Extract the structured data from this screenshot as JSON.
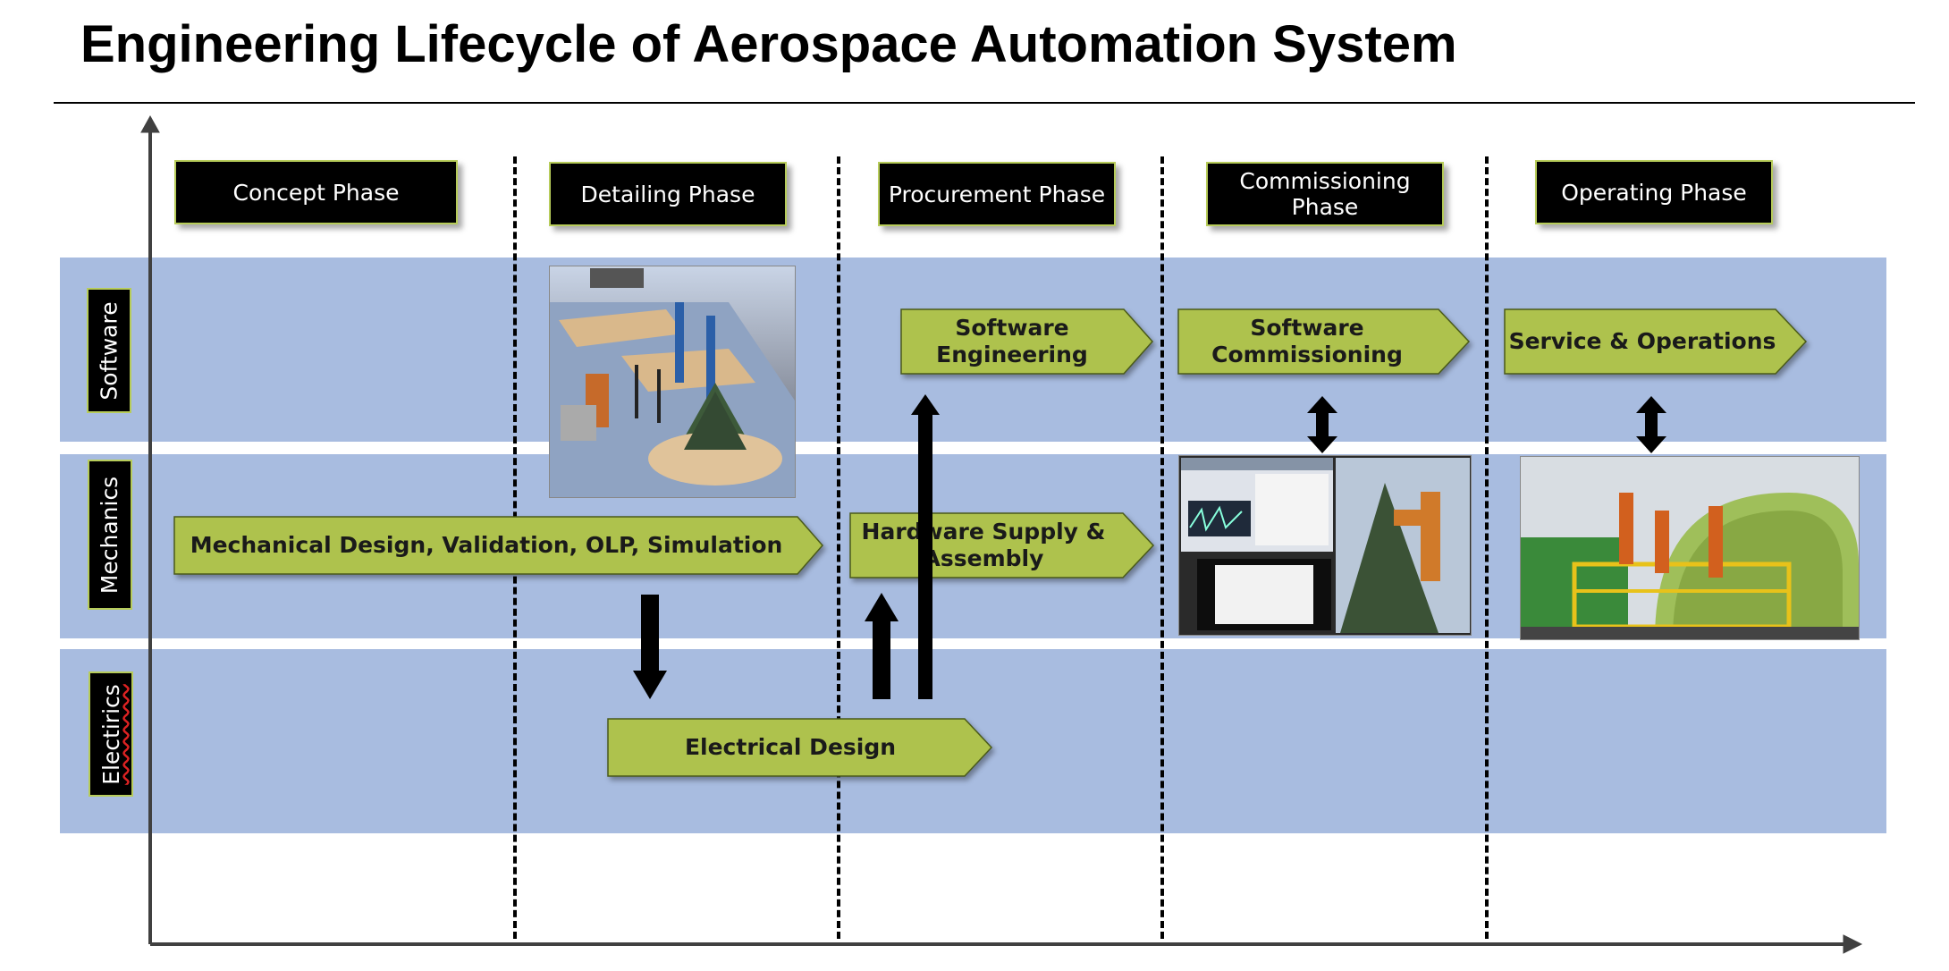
{
  "title": "Engineering Lifecycle of Aerospace Automation System",
  "colors": {
    "lane_fill": "#a8bce0",
    "task_fill": "#aec24d",
    "label_fill": "#000000",
    "label_border": "#b7cc5a",
    "axis": "#404040"
  },
  "phases": [
    {
      "label": "Concept Phase"
    },
    {
      "label": "Detailing Phase"
    },
    {
      "label": "Procurement Phase"
    },
    {
      "label": "Commissioning Phase"
    },
    {
      "label": "Operating Phase"
    }
  ],
  "lanes": [
    {
      "label": "Software"
    },
    {
      "label": "Mechanics"
    },
    {
      "label": "Electirics"
    }
  ],
  "tasks": {
    "mechanical_design": "Mechanical Design, Validation, OLP, Simulation",
    "hardware_supply": "Hardware Supply & Assembly",
    "software_engineering": "Software Engineering",
    "software_commissioning": "Software Commissioning",
    "service_operations": "Service & Operations",
    "electrical_design": "Electrical Design"
  },
  "images": {
    "detailing": "3D cell layout render of robotic drilling station",
    "commissioning": "control software screens and robot in fuselage section",
    "operating": "robots on platform working inside aircraft fuselage"
  }
}
